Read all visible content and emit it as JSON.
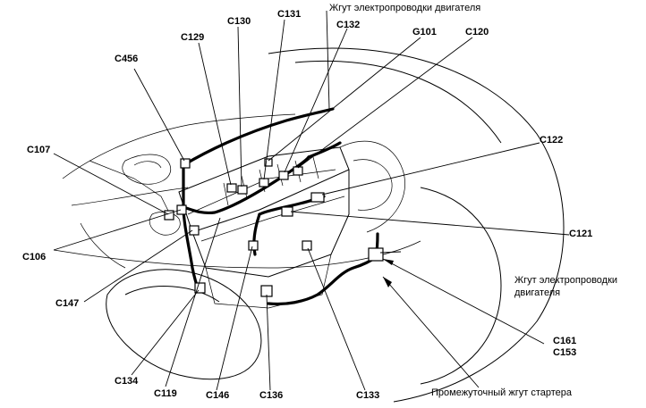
{
  "labels": {
    "engine_harness_top": "Жгут электропроводки двигателя",
    "engine_harness_right_line1": "Жгут электропроводки",
    "engine_harness_right_line2": "двигателя",
    "starter_sub_harness": "Промежуточный жгут стартера"
  },
  "connectors": {
    "c107": "C107",
    "c456": "C456",
    "c129": "C129",
    "c130": "C130",
    "c131": "C131",
    "c132": "C132",
    "g101": "G101",
    "c120": "C120",
    "c122": "C122",
    "c121": "C121",
    "c106": "C106",
    "c147": "C147",
    "c161": "C161",
    "c153": "C153",
    "c134": "C134",
    "c119": "C119",
    "c146": "C146",
    "c136": "C136",
    "c133": "C133"
  }
}
